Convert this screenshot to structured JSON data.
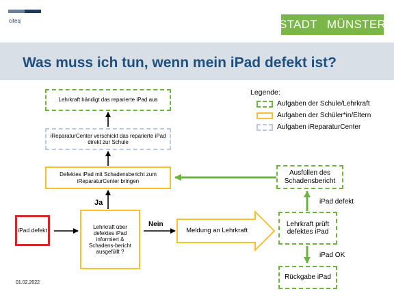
{
  "header": {
    "org_logo_text": "citeq",
    "city_logo_left": "STADT",
    "city_logo_right": "MÜNSTER",
    "title": "Was muss ich tun, wenn mein iPad defekt ist?"
  },
  "legend": {
    "title": "Legende:",
    "items": [
      {
        "label": "Aufgaben der Schule/Lehrkraft",
        "style": "green-dashed",
        "color": "#6cb33f"
      },
      {
        "label": "Aufgaben der Schüler*in/Eltern",
        "style": "yellow-solid",
        "color": "#f5c12e"
      },
      {
        "label": "Aufgaben iReparaturCenter",
        "style": "blue-dashed",
        "color": "#b8c8e2"
      }
    ]
  },
  "nodes": {
    "ipad_defect": "iPad defekt",
    "question": "Lehrkraft über defektes iPad informiert & Schadens-bericht ausgefüllt ?",
    "report_to_teacher": "Meldung an Lehrkraft",
    "teacher_checks": "Lehrkraft prüft defektes iPad",
    "fill_damage_report": "Ausfüllen des Schadensbericht",
    "return_ipad": "Rückgabe iPad",
    "bring_to_repair": "Defektes iPad mit Schadensbericht zum iReparaturCenter bringen",
    "repair_center_sends": "iReparaturCenter verschickt das reparierte iPad direkt zur Schule",
    "teacher_hands_over": "Lehrkraft händigt das reparierte iPad aus"
  },
  "edges": {
    "yes": "Ja",
    "no": "Nein",
    "ipad_defective": "iPad defekt",
    "ipad_ok": "iPad OK"
  },
  "footer": {
    "date": "01.02.2022"
  },
  "colors": {
    "title": "#1f4f7c",
    "header_band": "#d9dfe6",
    "city_logo": "#7ab648",
    "green_arrow": "#6cb33f",
    "red_border": "#d12a2a"
  }
}
